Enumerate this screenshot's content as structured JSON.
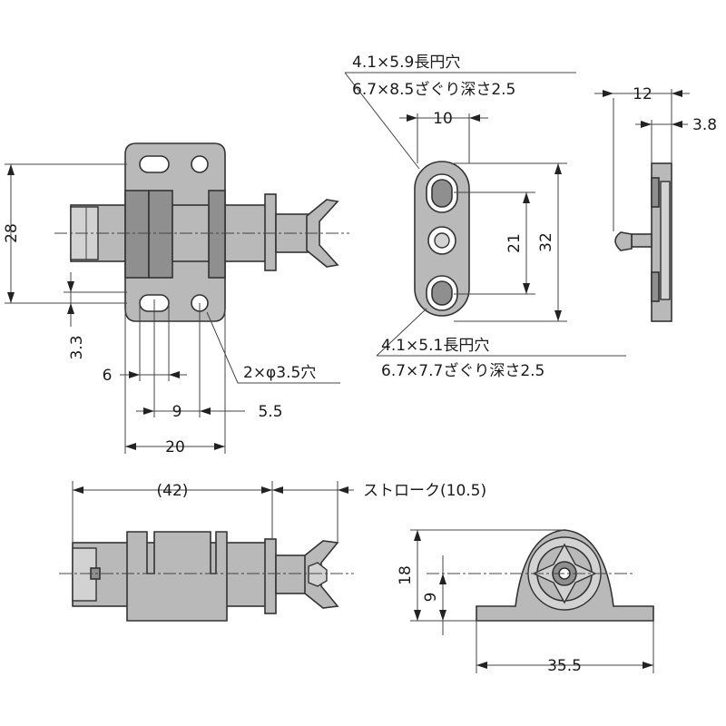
{
  "top_view": {
    "dims": {
      "height": "28",
      "offset": "3.3",
      "slot_width": "6",
      "pitch_9": "9",
      "pitch_5_5": "5.5",
      "width_20": "20"
    },
    "hole_note": "2×φ3.5穴"
  },
  "plate_view": {
    "dims": {
      "width_10": "10",
      "pitch_21": "21",
      "height_32": "32"
    },
    "top_note_line1": "4.1×5.9長円穴",
    "top_note_line2": "6.7×8.5ざぐり深さ2.5",
    "bottom_note_line1": "4.1×5.1長円穴",
    "bottom_note_line2": "6.7×7.7ざぐり深さ2.5"
  },
  "side_view": {
    "dims": {
      "total_12": "12",
      "plate_3_8": "3.8"
    }
  },
  "front_view": {
    "dims": {
      "length_42": "(42)"
    },
    "stroke_note": "ストローク(10.5)"
  },
  "end_view": {
    "dims": {
      "height_18": "18",
      "center_9": "9",
      "width_35_5": "35.5"
    }
  }
}
